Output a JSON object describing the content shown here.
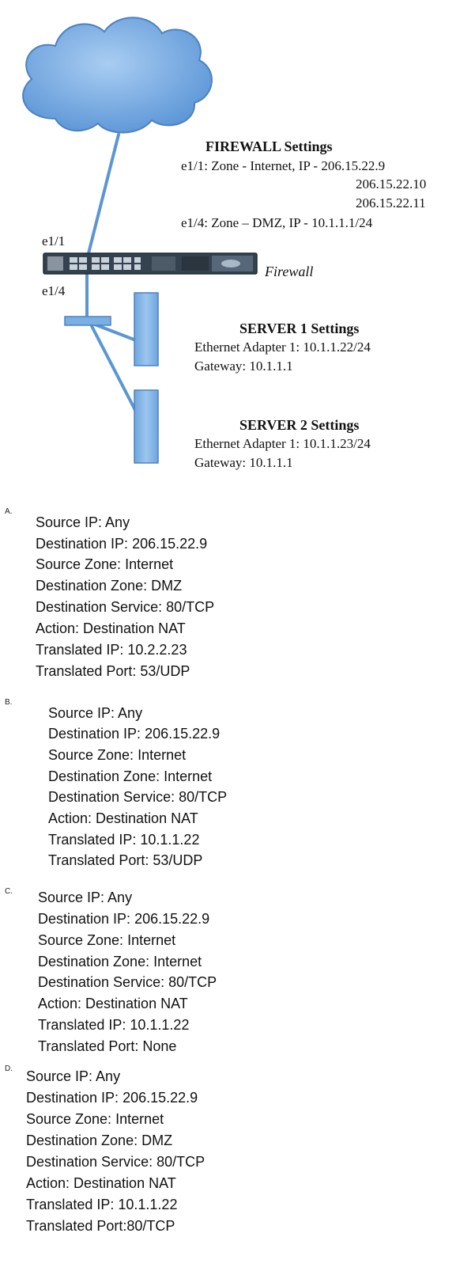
{
  "diagram": {
    "interface_top": "e1/1",
    "interface_bottom": "e1/4",
    "firewall_label": "Firewall",
    "firewall_settings": {
      "title": "FIREWALL Settings",
      "lines": [
        "e1/1:  Zone - Internet, IP - 206.15.22.9",
        "206.15.22.10",
        "206.15.22.11",
        "e1/4:  Zone – DMZ, IP - 10.1.1.1/24"
      ]
    },
    "server1": {
      "title": "SERVER 1 Settings",
      "adapter": "Ethernet Adapter 1:  10.1.1.22/24",
      "gateway": "Gateway:  10.1.1.1"
    },
    "server2": {
      "title": "SERVER 2 Settings",
      "adapter": "Ethernet Adapter 1:  10.1.1.23/24",
      "gateway": "Gateway:  10.1.1.1"
    },
    "colors": {
      "cloud": "#6aa3df",
      "server": "#7aafe3",
      "link": "#5b96d3",
      "firewall": "#2f3e4c"
    }
  },
  "options": [
    {
      "letter": "A.",
      "lines": [
        "Source IP: Any",
        "Destination IP: 206.15.22.9",
        "Source Zone: Internet",
        "Destination Zone: DMZ",
        "Destination Service: 80/TCP",
        "Action: Destination NAT",
        "Translated IP: 10.2.2.23",
        "Translated Port: 53/UDP"
      ]
    },
    {
      "letter": "B.",
      "lines": [
        "Source IP: Any",
        "Destination IP: 206.15.22.9",
        "Source Zone: Internet",
        "Destination Zone: Internet",
        "Destination Service: 80/TCP",
        "Action: Destination NAT",
        "Translated IP: 10.1.1.22",
        "Translated Port: 53/UDP"
      ]
    },
    {
      "letter": "C.",
      "lines": [
        "Source IP: Any",
        "Destination IP: 206.15.22.9",
        "Source Zone: Internet",
        "Destination Zone: Internet",
        "Destination Service: 80/TCP",
        "Action: Destination NAT",
        "Translated IP: 10.1.1.22",
        "Translated Port: None"
      ]
    },
    {
      "letter": "D.",
      "lines": [
        "Source IP: Any",
        "Destination IP: 206.15.22.9",
        "Source Zone: Internet",
        "Destination Zone: DMZ",
        "Destination Service: 80/TCP",
        "Action: Destination NAT",
        "Translated IP: 10.1.1.22",
        "Translated Port:80/TCP"
      ]
    }
  ]
}
